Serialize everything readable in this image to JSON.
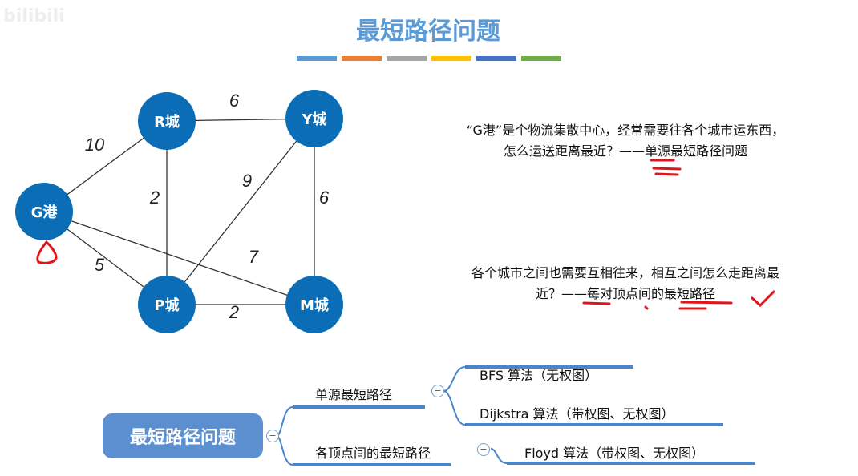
{
  "watermark": "bilibili",
  "title": "最短路径问题",
  "title_bars": [
    "#5b9bd5",
    "#ed7d31",
    "#a5a5a5",
    "#ffc000",
    "#4472c4",
    "#70ad47"
  ],
  "graph": {
    "node_color": "#0a6db5",
    "nodes": [
      {
        "id": "G",
        "label": "G港"
      },
      {
        "id": "R",
        "label": "R城"
      },
      {
        "id": "Y",
        "label": "Y城"
      },
      {
        "id": "P",
        "label": "P城"
      },
      {
        "id": "M",
        "label": "M城"
      }
    ],
    "edges": [
      {
        "from": "G",
        "to": "R",
        "weight": "10"
      },
      {
        "from": "R",
        "to": "Y",
        "weight": "6"
      },
      {
        "from": "R",
        "to": "P",
        "weight": "2"
      },
      {
        "from": "P",
        "to": "Y",
        "weight": "9"
      },
      {
        "from": "Y",
        "to": "M",
        "weight": "6"
      },
      {
        "from": "G",
        "to": "M",
        "weight": "7"
      },
      {
        "from": "G",
        "to": "P",
        "weight": "5"
      },
      {
        "from": "P",
        "to": "M",
        "weight": "2"
      }
    ]
  },
  "text1": {
    "line1": "“G港”是个物流集散中心，经常需要往各个城市运东西，",
    "line2": "怎么运送距离最近？——单源最短路径问题"
  },
  "text2": {
    "line1": "各个城市之间也需要互相往来，相互之间怎么走距离最",
    "line2": "近？——每对顶点间的最短路径"
  },
  "mindmap": {
    "root": "最短路径问题",
    "collapse_symbol": "−",
    "branches": [
      {
        "label": "单源最短路径",
        "children": [
          "BFS 算法（无权图）",
          "Dijkstra 算法（带权图、无权图）"
        ]
      },
      {
        "label": "各顶点间的最短路径",
        "children": [
          "Floyd 算法（带权图、无权图）"
        ]
      }
    ]
  }
}
